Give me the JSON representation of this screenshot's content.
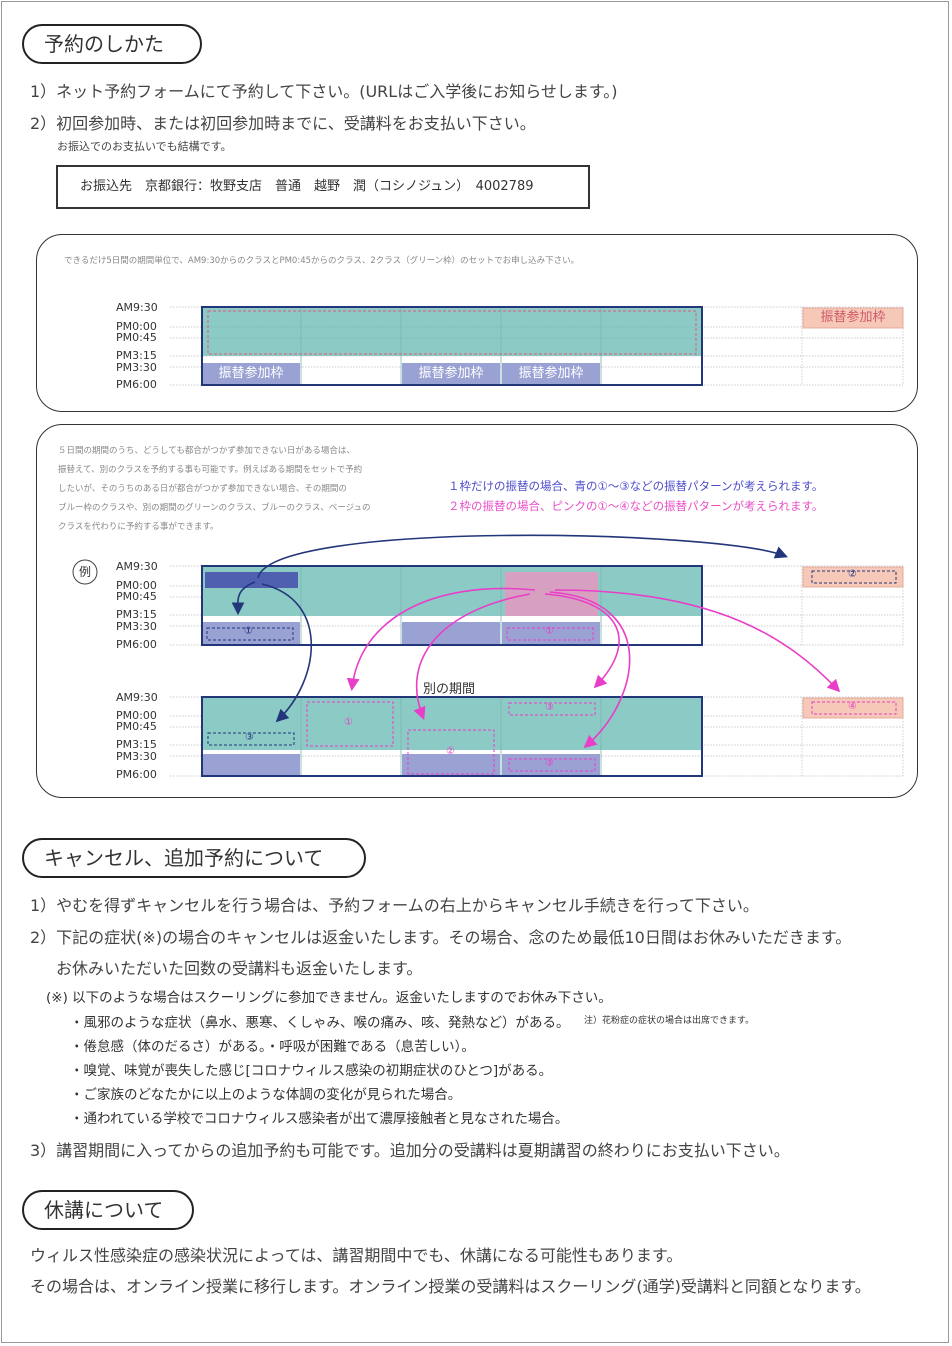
{
  "section1": {
    "title": "予約のしかた",
    "line1": "1）ネット予約フォームにて予約して下さい。(URLはご入学後にお知らせします。)",
    "line2": "2）初回参加時、または初回参加時までに、受講料をお支払い下さい。",
    "line2_sub": "お振込でのお支払いでも結構です。",
    "bank": "お振込先　京都銀行：牧野支店　普通　越野　潤（コシノジュン）　4002789"
  },
  "box1": {
    "note": "できるだけ5日間の期間単位で、AM9:30からのクラスとPM0:45からのクラス、2クラス（グリーン枠）のセットでお申し込み下さい。",
    "times": [
      "AM9:30",
      "PM0:00",
      "PM0:45",
      "PM3:15",
      "PM3:30",
      "PM6:00"
    ],
    "furikae": "振替参加枠"
  },
  "box2": {
    "note_lines": [
      "５日間の期間のうち、どうしても都合がつかず参加できない日がある場合は、",
      "振替えて、別のクラスを予約する事も可能です。例えばある期間をセットで予約",
      "したいが、そのうちのある日が都合がつかず参加できない場合、その期間の",
      "ブルー枠のクラスや、別の期間のグリーンのクラス、ブルーのクラス、ベージュの",
      "クラスを代わりに予約する事ができます。"
    ],
    "blue_note": "１枠だけの振替の場合、青の①〜③などの振替パターンが考えられます。",
    "pink_note": "２枠の振替の場合、ピンクの①〜④などの振替パターンが考えられます。",
    "example": "例",
    "other_period": "別の期間",
    "times": [
      "AM9:30",
      "PM0:00",
      "PM0:45",
      "PM3:15",
      "PM3:30",
      "PM6:00"
    ],
    "marks": {
      "c1": "①",
      "c2": "②",
      "c3": "③",
      "c4": "④"
    }
  },
  "section2": {
    "title": "キャンセル、追加予約について",
    "line1": "1）やむを得ずキャンセルを行う場合は、予約フォームの右上からキャンセル手続きを行って下さい。",
    "line2": "2）下記の症状(※)の場合のキャンセルは返金いたします。その場合、念のため最低10日間はお休みいただきます。",
    "line2b": "お休みいただいた回数の受講料も返金いたします。",
    "note_head": "(※) 以下のような場合はスクーリングに参加できません。返金いたしますのでお休み下さい。",
    "bullets": [
      "・風邪のような症状（鼻水、悪寒、くしゃみ、喉の痛み、咳、発熱など）がある。",
      "・倦怠感（体のだるさ）がある。・呼吸が困難である（息苦しい）。",
      "・嗅覚、味覚が喪失した感じ[コロナウィルス感染の初期症状のひとつ]がある。",
      "・ご家族のどなたかに以上のような体調の変化が見られた場合。",
      "・通われている学校でコロナウィルス感染者が出て濃厚接触者と見なされた場合。"
    ],
    "pollen": "注）花粉症の症状の場合は出席できます。",
    "line3": "3）講習期間に入ってからの追加予約も可能です。追加分の受講料は夏期講習の終わりにお支払い下さい。"
  },
  "section3": {
    "title": "休講について",
    "line1": "ウィルス性感染症の感染状況によっては、講習期間中でも、休講になる可能性もあります。",
    "line2": "その場合は、オンライン授業に移行します。オンライン授業の受講料はスクーリング(通学)受講料と同額となります。"
  },
  "colors": {
    "green": "#8ccac6",
    "blue": "#9aa2d4",
    "navy": "#23367a",
    "pink_bg": "#f6c8b8",
    "magenta": "#e83ec8",
    "dark_blue": "#5060b0"
  }
}
